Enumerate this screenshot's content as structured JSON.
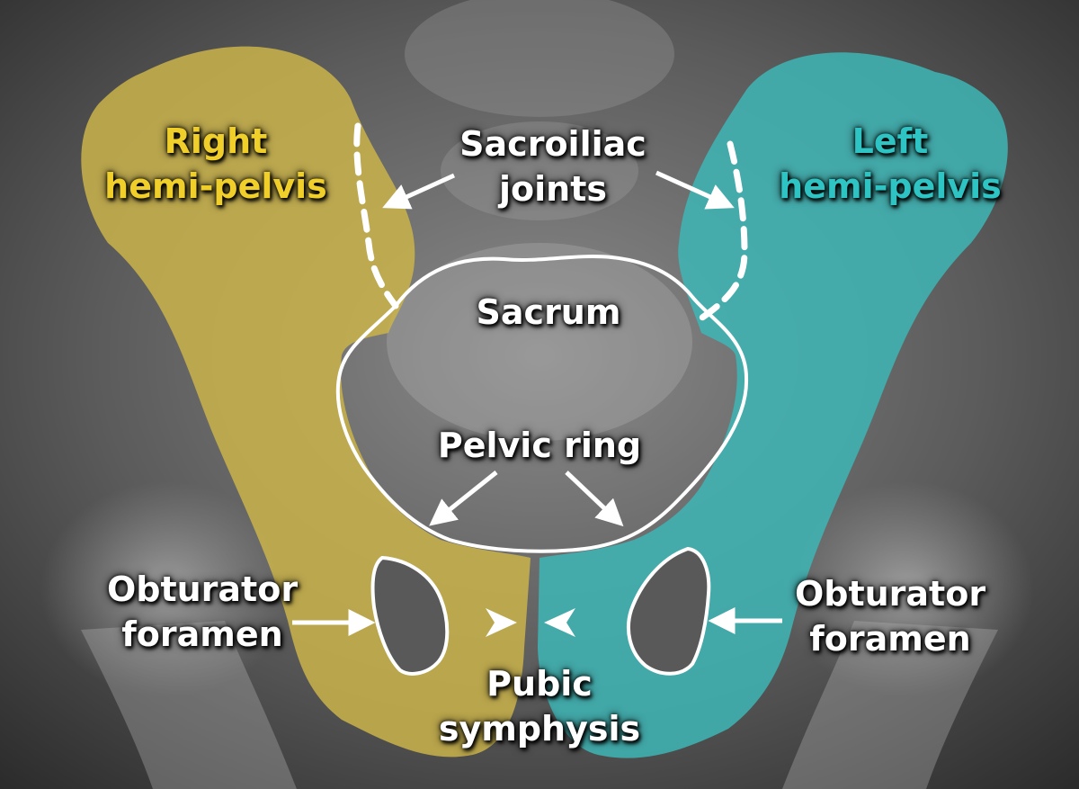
{
  "image": {
    "kind": "pelvis-xray-anatomy",
    "colors": {
      "background": "#3a3a3a",
      "right_hemipelvis_fill": "#c9b24a",
      "left_hemipelvis_fill": "#3fb4b4",
      "outline": "#ffffff",
      "right_label": "#f0cf2a",
      "left_label": "#2ec4c4",
      "label": "#ffffff"
    }
  },
  "labels": {
    "right_hemipelvis": "Right\nhemi-pelvis",
    "left_hemipelvis": "Left\nhemi-pelvis",
    "sacroiliac_joints": "Sacroiliac\njoints",
    "sacrum": "Sacrum",
    "pelvic_ring": "Pelvic ring",
    "obturator_foramen_right": "Obturator\nforamen",
    "obturator_foramen_left": "Obturator\nforamen",
    "pubic_symphysis": "Pubic\nsymphysis"
  }
}
